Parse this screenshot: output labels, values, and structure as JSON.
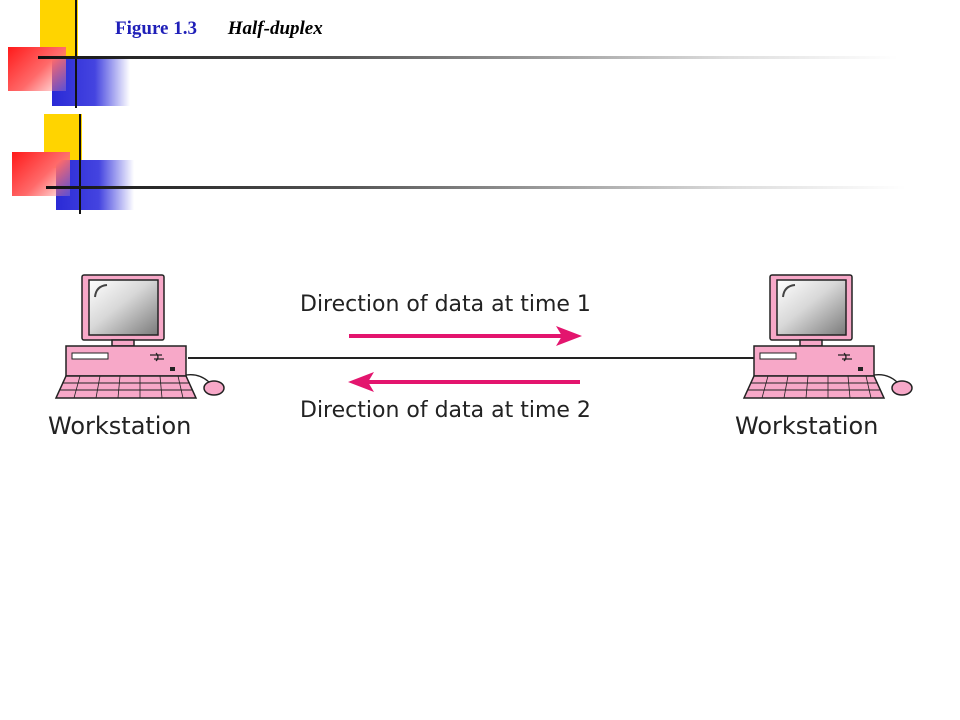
{
  "header": {
    "figure_number": "Figure 1.3",
    "figure_title": "Half-duplex"
  },
  "diagram": {
    "left_station_label": "Workstation",
    "right_station_label": "Workstation",
    "top_direction_label": "Direction of data at time 1",
    "bottom_direction_label": "Direction of data at time 2",
    "arrow_color": "#e3156e",
    "computer_color": "#f7a8c8",
    "outline_color": "#222222"
  }
}
